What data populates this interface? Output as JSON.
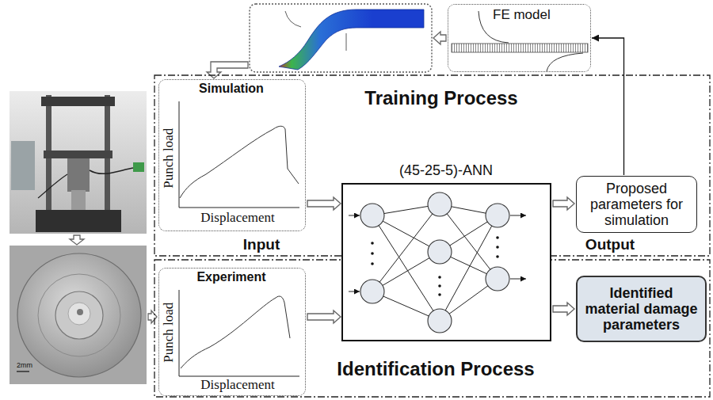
{
  "diagram": {
    "nodes": [
      {
        "text": [
          "FE model"
        ]
      },
      {
        "text": [
          "Training Process"
        ]
      },
      {
        "text": [
          "Simulation",
          "Punch load",
          "Displacement"
        ],
        "in": 1
      },
      {
        "text": [
          "(45-25-5)-ANN"
        ]
      },
      {
        "text": [
          "Proposed parameters for simulation"
        ],
        "in": 1
      },
      {
        "text": [
          "Identification Process"
        ]
      },
      {
        "text": [
          "Experiment",
          "Punch load",
          "Displacement"
        ],
        "in": 5
      },
      {
        "text": [
          "Identified material damage parameters"
        ],
        "in": 5
      }
    ],
    "edges": [
      {
        "from": 2,
        "to": 3,
        "arrow": "to"
      },
      {
        "from": 3,
        "to": 4,
        "arrow": "to"
      },
      {
        "from": 4,
        "to": 0,
        "arrow": "to"
      },
      {
        "from": 6,
        "to": 3,
        "arrow": "to"
      },
      {
        "from": 3,
        "to": 7,
        "arrow": "to"
      }
    ],
    "labels": [
      "Input",
      "Output",
      "2mm"
    ]
  }
}
